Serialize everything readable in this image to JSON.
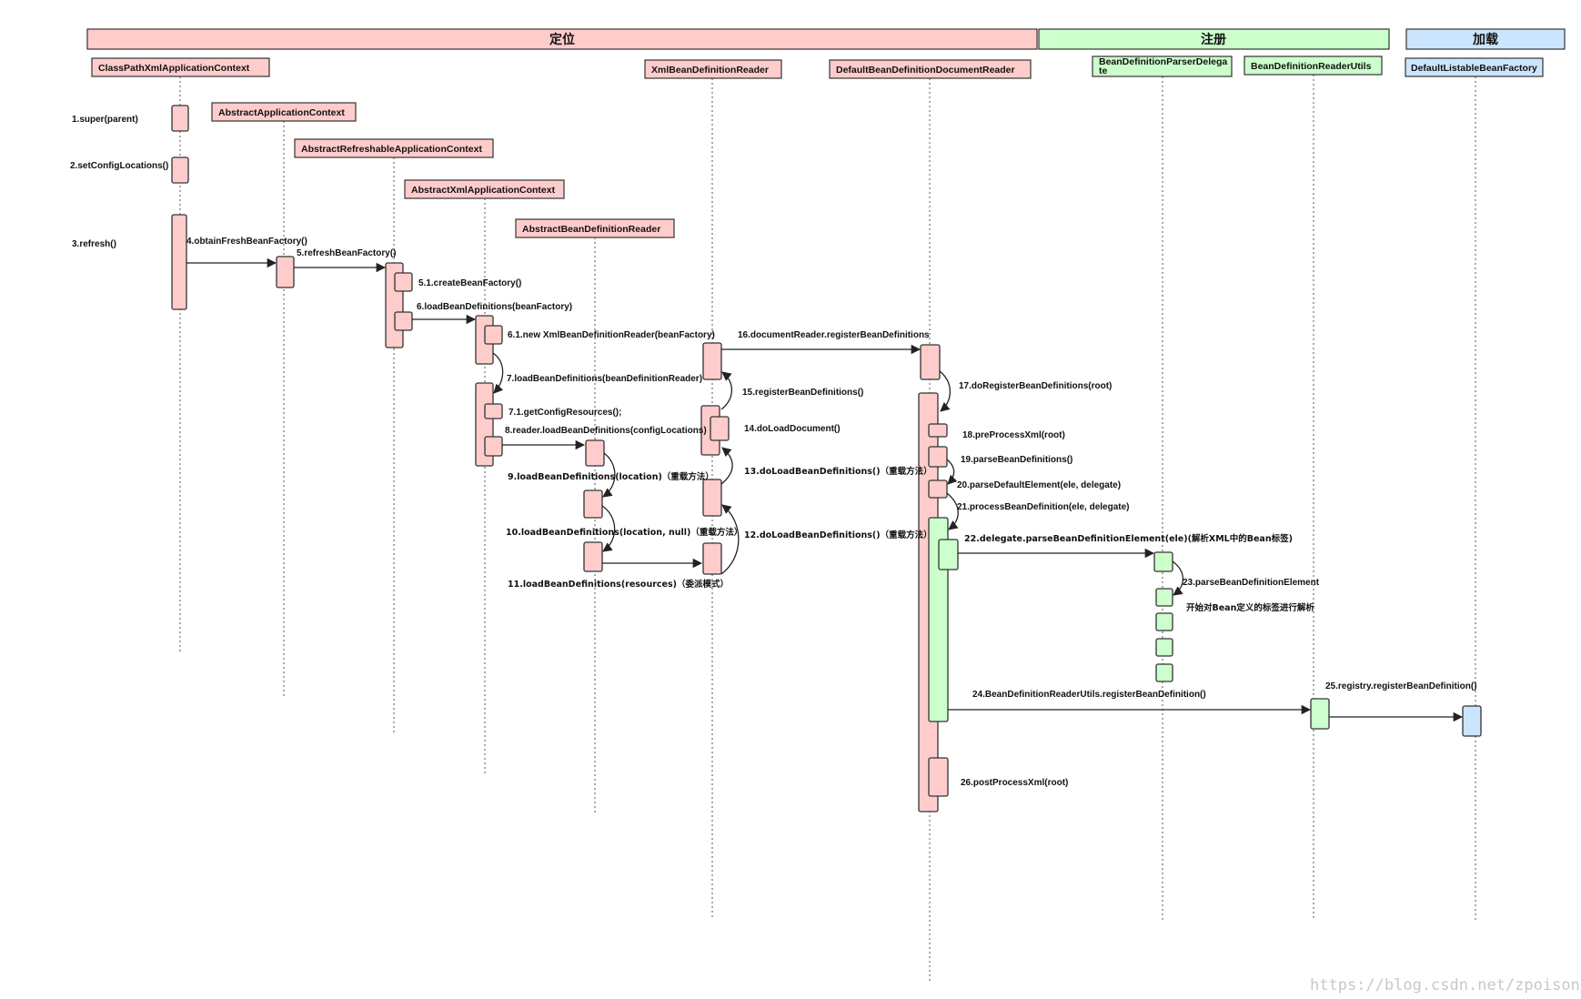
{
  "phases": [
    {
      "id": "locate",
      "label": "定位",
      "color": "#ffcccc"
    },
    {
      "id": "register",
      "label": "注册",
      "color": "#ccffcc"
    },
    {
      "id": "load",
      "label": "加载",
      "color": "#cce5ff"
    }
  ],
  "classes": [
    {
      "id": "cpxac",
      "label": "ClassPathXmlApplicationContext",
      "color": "#ffcccc"
    },
    {
      "id": "aac",
      "label": "AbstractApplicationContext",
      "color": "#ffcccc"
    },
    {
      "id": "arac",
      "label": "AbstractRefreshableApplicationContext",
      "color": "#ffcccc"
    },
    {
      "id": "axac",
      "label": "AbstractXmlApplicationContext",
      "color": "#ffcccc"
    },
    {
      "id": "abdr",
      "label": "AbstractBeanDefinitionReader",
      "color": "#ffcccc"
    },
    {
      "id": "xbdr",
      "label": "XmlBeanDefinitionReader",
      "color": "#ffcccc"
    },
    {
      "id": "dbddr",
      "label": "DefaultBeanDefinitionDocumentReader",
      "color": "#ffcccc"
    },
    {
      "id": "bdpd",
      "label": "BeanDefinitionParserDelegate",
      "label_lines": [
        "BeanDefinitionParserDelega",
        "te"
      ],
      "color": "#ccffcc"
    },
    {
      "id": "bdru",
      "label": "BeanDefinitionReaderUtils",
      "color": "#ccffcc"
    },
    {
      "id": "dlbf",
      "label": "DefaultListableBeanFactory",
      "color": "#cce5ff"
    }
  ],
  "steps": [
    "1.super(parent)",
    "2.setConfigLocations()",
    "3.refresh()",
    "4.obtainFreshBeanFactory()",
    "5.refreshBeanFactory()",
    "5.1.createBeanFactory()",
    "6.loadBeanDefinitions(beanFactory)",
    "6.1.new XmlBeanDefinitionReader(beanFactory)",
    "7.loadBeanDefinitions(beanDefinitionReader)",
    "7.1.getConfigResources();",
    "8.reader.loadBeanDefinitions(configLocations)",
    "9.loadBeanDefinitions(location)（重载方法）",
    "10.loadBeanDefinitions(location, null)（重载方法）",
    "11.loadBeanDefinitions(resources)（委派模式）",
    "12.doLoadBeanDefinitions()（重载方法）",
    "13.doLoadBeanDefinitions()（重载方法）",
    "14.doLoadDocument()",
    "15.registerBeanDefinitions()",
    "16.documentReader.registerBeanDefinitions",
    "17.doRegisterBeanDefinitions(root)",
    "18.preProcessXml(root)",
    "19.parseBeanDefinitions()",
    "20.parseDefaultElement(ele, delegate)",
    "21.processBeanDefinition(ele, delegate)",
    "22.delegate.parseBeanDefinitionElement(ele)(解析XML中的Bean标签)",
    "23.parseBeanDefinitionElement",
    "开始对Bean定义的标签进行解析",
    "24.BeanDefinitionReaderUtils.registerBeanDefinition()",
    "25.registry.registerBeanDefinition()",
    "26.postProcessXml(root)"
  ],
  "watermark": "https://blog.csdn.net/zpoison",
  "colors": {
    "pink": "#ffcccc",
    "green": "#ccffcc",
    "blue": "#cce5ff",
    "stroke": "#333333"
  }
}
